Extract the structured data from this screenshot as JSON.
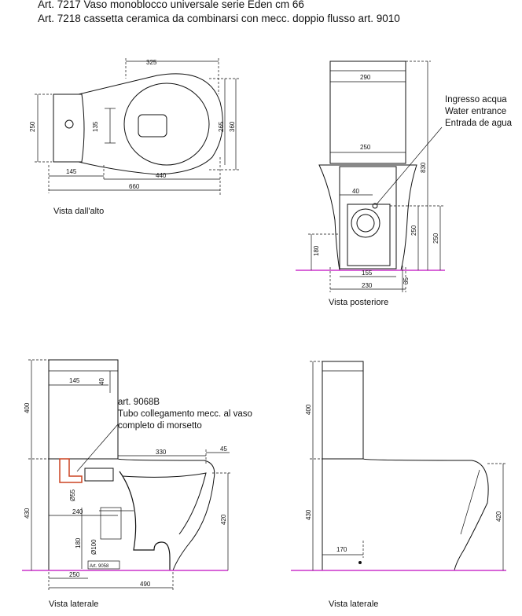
{
  "header": {
    "line1": "Art. 7217 Vaso monoblocco universale serie Eden cm 66",
    "line2": "Art. 7218 cassetta ceramica da combinarsi con mecc. doppio flusso art. 9010"
  },
  "top_view": {
    "label": "Vista dall'alto",
    "dims": {
      "d325": "325",
      "d250": "250",
      "d135": "135",
      "d265": "265",
      "d360": "360",
      "d145": "145",
      "d440": "440",
      "d660": "660"
    }
  },
  "rear_view": {
    "label": "Vista posteriore",
    "inlet_note": [
      "Ingresso acqua",
      "Water entrance",
      "Entrada de agua"
    ],
    "dims": {
      "d290": "290",
      "d830": "830",
      "d250a": "250",
      "d40": "40",
      "d250b": "250",
      "d250c": "250",
      "d180": "180",
      "d155": "155",
      "d230": "230",
      "d35": "35"
    }
  },
  "side_view_left": {
    "label": "Vista laterale",
    "note": [
      "art. 9068B",
      "Tubo collegamento mecc. al vaso",
      "completo di morsetto"
    ],
    "part_code": "Art. 9058",
    "dims": {
      "d145": "145",
      "d40": "40",
      "d400": "400",
      "d330": "330",
      "d45": "45",
      "d55": "Ø55",
      "d240": "240",
      "d430": "430",
      "d420": "420",
      "d180": "180",
      "d100": "Ø100",
      "d250": "250",
      "d490": "490"
    }
  },
  "side_view_right": {
    "label": "Vista laterale",
    "dims": {
      "d400": "400",
      "d430": "430",
      "d420": "420",
      "d170": "170"
    }
  },
  "colors": {
    "line": "#111111",
    "floor": "#cc33cc",
    "pipe": "#cc4422"
  }
}
